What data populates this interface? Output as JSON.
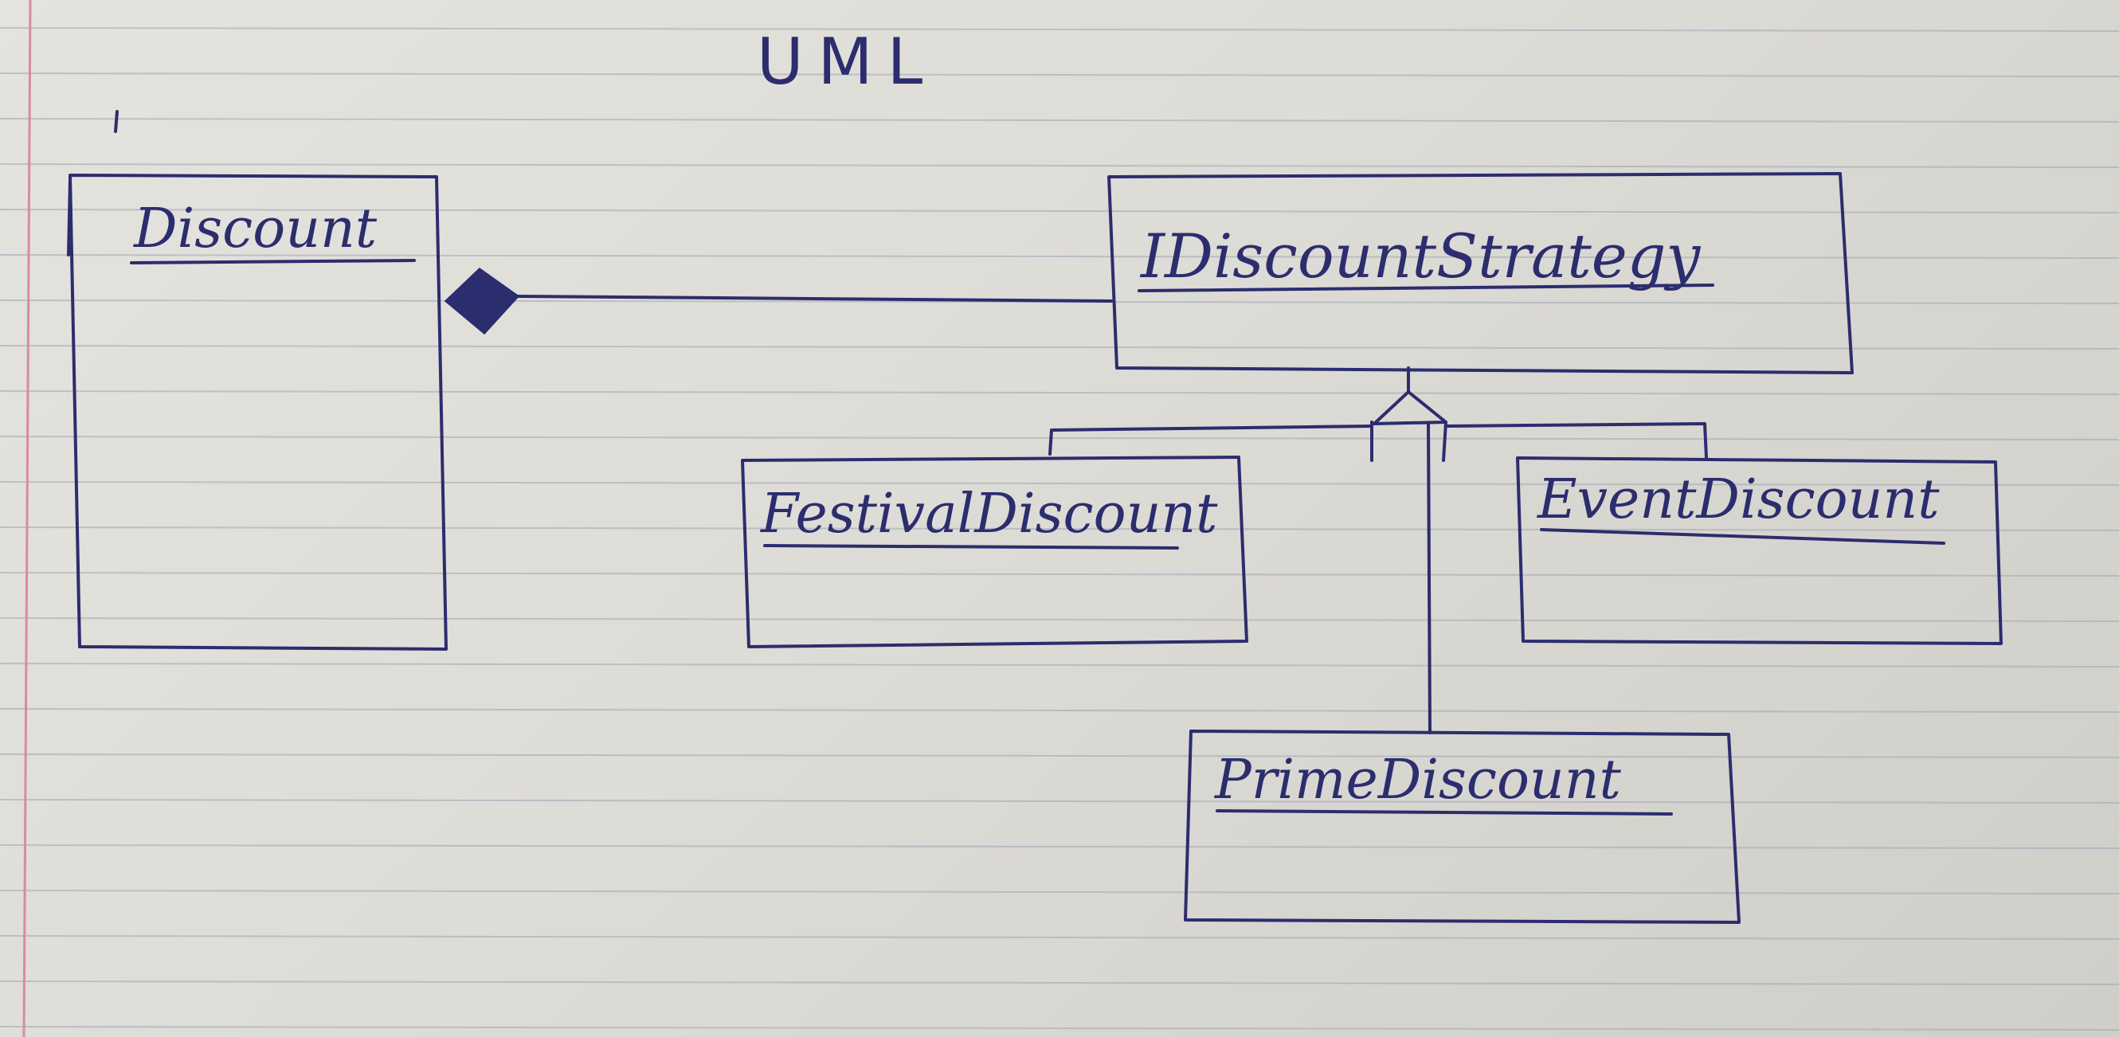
{
  "title": "UML",
  "classes": {
    "discount": "Discount",
    "strategy": "IDiscountStrategy",
    "festival": "FestivalDiscount",
    "event": "EventDiscount",
    "prime": "PrimeDiscount"
  },
  "relationships": [
    {
      "type": "composition",
      "from": "Discount",
      "to": "IDiscountStrategy"
    },
    {
      "type": "inheritance",
      "from": "FestivalDiscount",
      "to": "IDiscountStrategy"
    },
    {
      "type": "inheritance",
      "from": "EventDiscount",
      "to": "IDiscountStrategy"
    },
    {
      "type": "inheritance",
      "from": "PrimeDiscount",
      "to": "IDiscountStrategy"
    }
  ],
  "colors": {
    "ink": "#2c2d6e",
    "paper": "#e0dfda",
    "ruled_line": "#9ea6b4",
    "margin_line": "#d98aa3"
  }
}
